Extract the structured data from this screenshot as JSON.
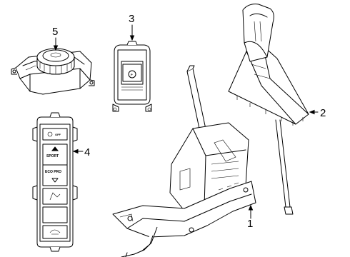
{
  "callouts": {
    "c1": "1",
    "c2": "2",
    "c3": "3",
    "c4": "4",
    "c5": "5"
  },
  "switch_labels": {
    "off": "OFF",
    "sport": "SPORT",
    "eco_pro": "ECO PRO"
  }
}
